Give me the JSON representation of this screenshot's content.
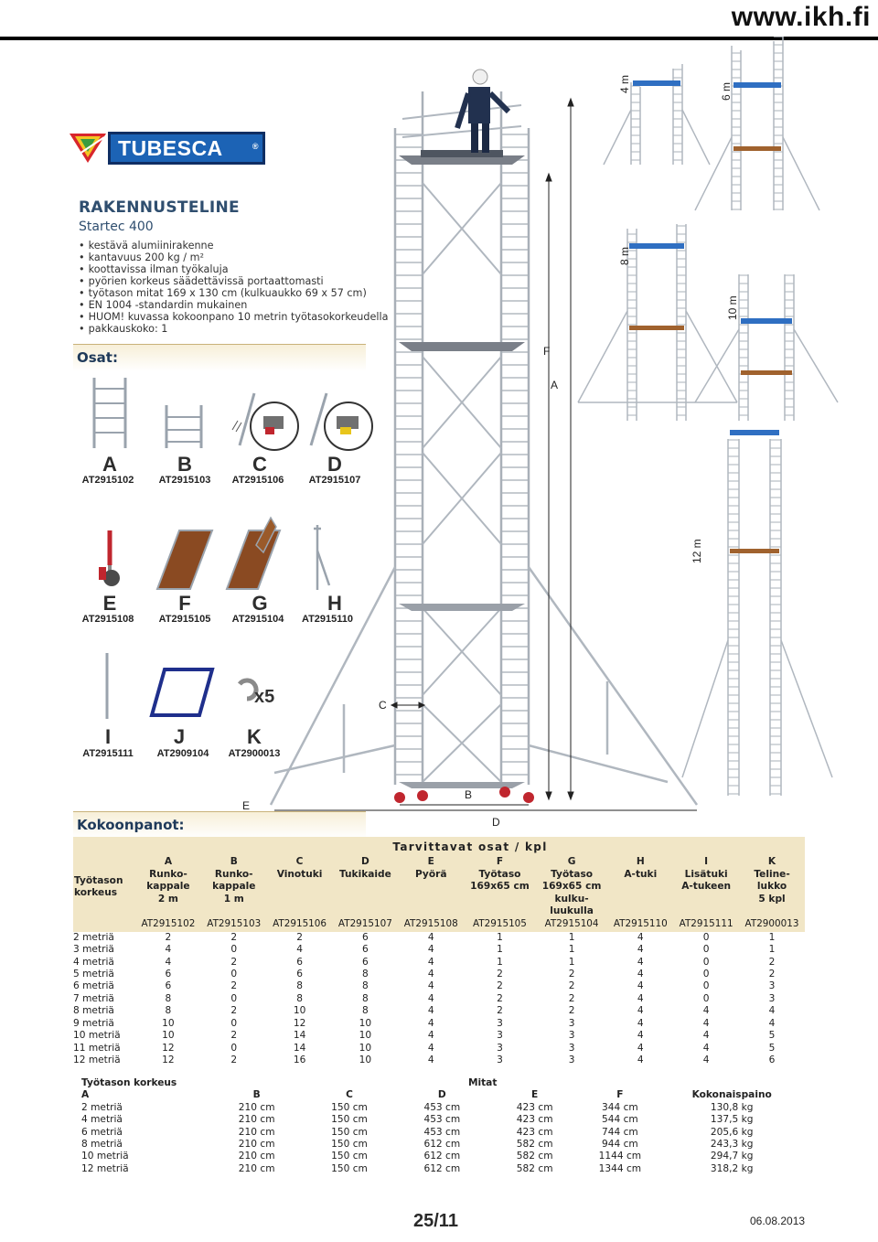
{
  "header": {
    "url": "www.ikh.fi"
  },
  "brand": {
    "name": "TUBESCA",
    "reg": "®"
  },
  "product": {
    "title": "RAKENNUSTELINE",
    "subtitle": "Startec 400",
    "features": [
      "kestävä alumiinirakenne",
      "kantavuus 200 kg / m²",
      "koottavissa ilman työkaluja",
      "pyörien korkeus säädettävissä portaattomasti",
      "työtason mitat 169 x 130 cm (kulkuaukko 69 x 57 cm)",
      "EN 1004 -standardin mukainen",
      "HUOM! kuvassa kokoonpano 10 metrin työtasokorkeudella",
      "pakkauskoko: 1"
    ]
  },
  "sections": {
    "parts": "Osat:",
    "assemblies": "Kokoonpanot:"
  },
  "parts": [
    {
      "letter": "A",
      "code": "AT2915102"
    },
    {
      "letter": "B",
      "code": "AT2915103"
    },
    {
      "letter": "C",
      "code": "AT2915106"
    },
    {
      "letter": "D",
      "code": "AT2915107"
    },
    {
      "letter": "E",
      "code": "AT2915108"
    },
    {
      "letter": "F",
      "code": "AT2915105"
    },
    {
      "letter": "G",
      "code": "AT2915104"
    },
    {
      "letter": "H",
      "code": "AT2915110"
    },
    {
      "letter": "I",
      "code": "AT2915111"
    },
    {
      "letter": "J",
      "code": "AT2909104"
    },
    {
      "letter": "K",
      "code": "AT2900013",
      "extra": "x5"
    }
  ],
  "diagram": {
    "labels": {
      "A": "A",
      "B": "B",
      "C": "C",
      "D": "D",
      "E": "E",
      "F": "F"
    },
    "heights": [
      "4 m",
      "6 m",
      "8 m",
      "10 m",
      "12 m"
    ]
  },
  "requirements": {
    "title": "Tarvittavat osat / kpl",
    "height_header": [
      "Työtason",
      "korkeus"
    ],
    "columns": [
      {
        "letter": "A",
        "name": [
          "Runko-",
          "kappale",
          "2 m"
        ],
        "code": "AT2915102"
      },
      {
        "letter": "B",
        "name": [
          "Runko-",
          "kappale",
          "1 m"
        ],
        "code": "AT2915103"
      },
      {
        "letter": "C",
        "name": [
          "Vinotuki"
        ],
        "code": "AT2915106"
      },
      {
        "letter": "D",
        "name": [
          "Tukikaide"
        ],
        "code": "AT2915107"
      },
      {
        "letter": "E",
        "name": [
          "Pyörä"
        ],
        "code": "AT2915108"
      },
      {
        "letter": "F",
        "name": [
          "Työtaso",
          "169x65 cm"
        ],
        "code": "AT2915105"
      },
      {
        "letter": "G",
        "name": [
          "Työtaso",
          "169x65 cm",
          "kulku-",
          "luukulla"
        ],
        "code": "AT2915104"
      },
      {
        "letter": "H",
        "name": [
          "A-tuki"
        ],
        "code": "AT2915110"
      },
      {
        "letter": "I",
        "name": [
          "Lisätuki",
          "A-tukeen"
        ],
        "code": "AT2915111"
      },
      {
        "letter": "K",
        "name": [
          "Teline-",
          "lukko",
          "5 kpl"
        ],
        "code": "AT2900013"
      }
    ],
    "rows": [
      {
        "height": "2 metriä",
        "values": [
          "2",
          "2",
          "2",
          "6",
          "4",
          "1",
          "1",
          "4",
          "0",
          "1"
        ]
      },
      {
        "height": "3 metriä",
        "values": [
          "4",
          "0",
          "4",
          "6",
          "4",
          "1",
          "1",
          "4",
          "0",
          "1"
        ]
      },
      {
        "height": "4 metriä",
        "values": [
          "4",
          "2",
          "6",
          "6",
          "4",
          "1",
          "1",
          "4",
          "0",
          "2"
        ]
      },
      {
        "height": "5 metriä",
        "values": [
          "6",
          "0",
          "6",
          "8",
          "4",
          "2",
          "2",
          "4",
          "0",
          "2"
        ]
      },
      {
        "height": "6 metriä",
        "values": [
          "6",
          "2",
          "8",
          "8",
          "4",
          "2",
          "2",
          "4",
          "0",
          "3"
        ]
      },
      {
        "height": "7 metriä",
        "values": [
          "8",
          "0",
          "8",
          "8",
          "4",
          "2",
          "2",
          "4",
          "0",
          "3"
        ]
      },
      {
        "height": "8 metriä",
        "values": [
          "8",
          "2",
          "10",
          "8",
          "4",
          "2",
          "2",
          "4",
          "4",
          "4"
        ]
      },
      {
        "height": "9 metriä",
        "values": [
          "10",
          "0",
          "12",
          "10",
          "4",
          "3",
          "3",
          "4",
          "4",
          "4"
        ]
      },
      {
        "height": "10 metriä",
        "values": [
          "10",
          "2",
          "14",
          "10",
          "4",
          "3",
          "3",
          "4",
          "4",
          "5"
        ]
      },
      {
        "height": "11 metriä",
        "values": [
          "12",
          "0",
          "14",
          "10",
          "4",
          "3",
          "3",
          "4",
          "4",
          "5"
        ]
      },
      {
        "height": "12 metriä",
        "values": [
          "12",
          "2",
          "16",
          "10",
          "4",
          "3",
          "3",
          "4",
          "4",
          "6"
        ]
      }
    ]
  },
  "dimensions": {
    "header_left": "Työtason korkeus",
    "header_mid": "Mitat",
    "columns": [
      "A",
      "B",
      "C",
      "D",
      "E",
      "F",
      "Kokonaispaino"
    ],
    "rows": [
      [
        "2 metriä",
        "210 cm",
        "150 cm",
        "453 cm",
        "423 cm",
        "344 cm",
        "130,8 kg"
      ],
      [
        "4 metriä",
        "210 cm",
        "150 cm",
        "453 cm",
        "423 cm",
        "544 cm",
        "137,5 kg"
      ],
      [
        "6 metriä",
        "210 cm",
        "150 cm",
        "453 cm",
        "423 cm",
        "744 cm",
        "205,6 kg"
      ],
      [
        "8 metriä",
        "210 cm",
        "150 cm",
        "612 cm",
        "582 cm",
        "944 cm",
        "243,3 kg"
      ],
      [
        "10 metriä",
        "210 cm",
        "150 cm",
        "612 cm",
        "582 cm",
        "1144 cm",
        "294,7 kg"
      ],
      [
        "12 metriä",
        "210 cm",
        "150 cm",
        "612 cm",
        "582 cm",
        "1344 cm",
        "318,2 kg"
      ]
    ]
  },
  "footer": {
    "page": "25/11",
    "date": "06.08.2013"
  },
  "colors": {
    "title": "#2f4e6f",
    "brand": "#1c63b5",
    "table_header": "#f1e6c6",
    "platform_blue": "#2f6fc2",
    "platform_brown": "#a0622e"
  }
}
